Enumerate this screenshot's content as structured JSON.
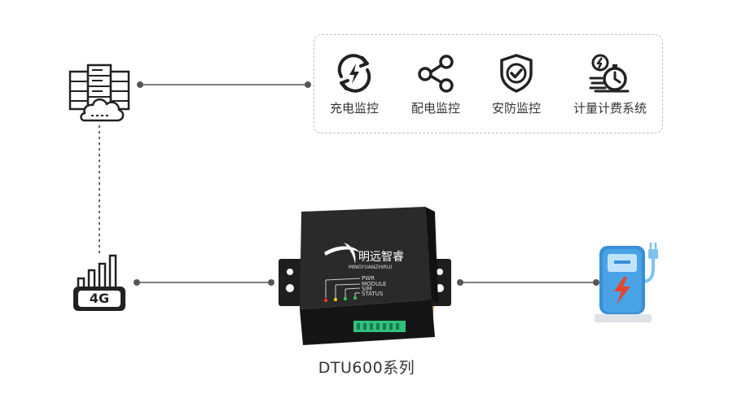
{
  "features": [
    {
      "icon": "charging-cycle-icon",
      "label": "充电监控"
    },
    {
      "icon": "share-nodes-icon",
      "label": "配电监控"
    },
    {
      "icon": "shield-check-icon",
      "label": "安防监控"
    },
    {
      "icon": "metering-coin-stopwatch-icon",
      "label": "计量计费系统"
    }
  ],
  "device": {
    "brand": "明远智睿",
    "brand_sub": "MINGYUANZHIRUI",
    "led_labels": [
      "PWR",
      "MODULE",
      "SIM",
      "STATUS"
    ],
    "caption": "DTU600系列"
  },
  "network": {
    "badge": "4G"
  },
  "colors": {
    "line": "#555555",
    "dashed": "#bfbfbf",
    "charger_blue": "#3a8fd6",
    "charger_light": "#7ec3f0",
    "bolt_red": "#e8452c",
    "led_red": "#ff3b30",
    "led_yellow": "#ffd60a",
    "led_green": "#34c759"
  }
}
